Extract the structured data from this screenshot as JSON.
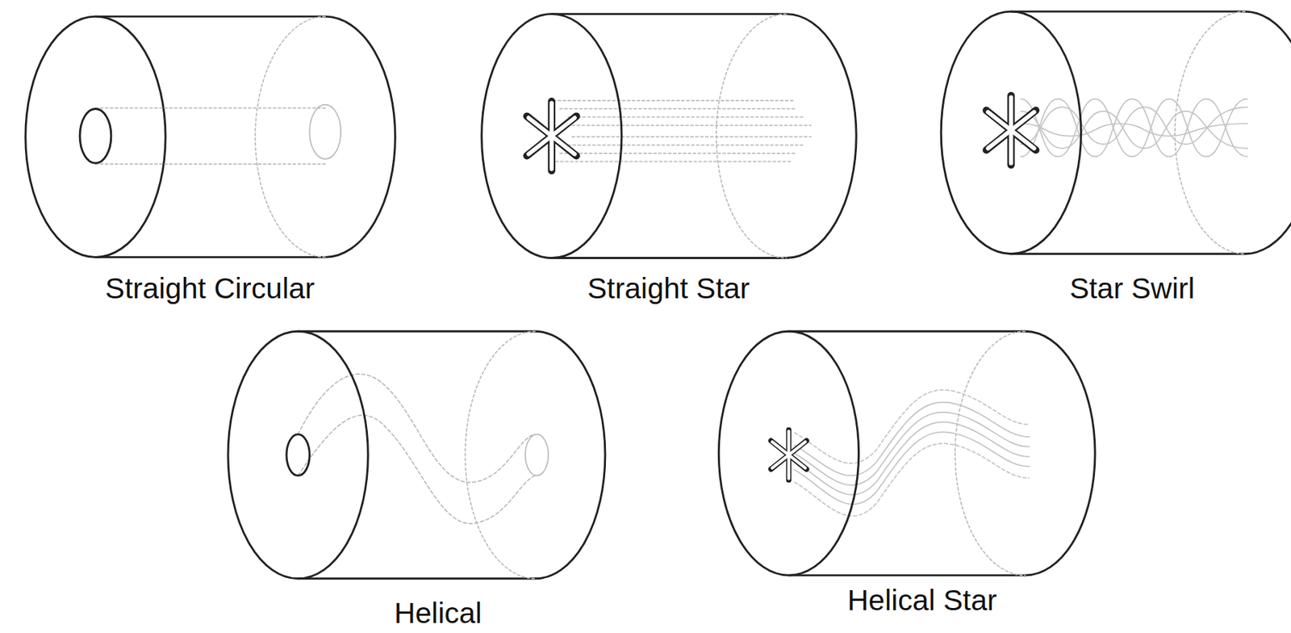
{
  "diagram": {
    "labels": [
      "Straight Circular",
      "Straight Star",
      "Star Swirl",
      "Helical",
      "Helical Star"
    ]
  }
}
